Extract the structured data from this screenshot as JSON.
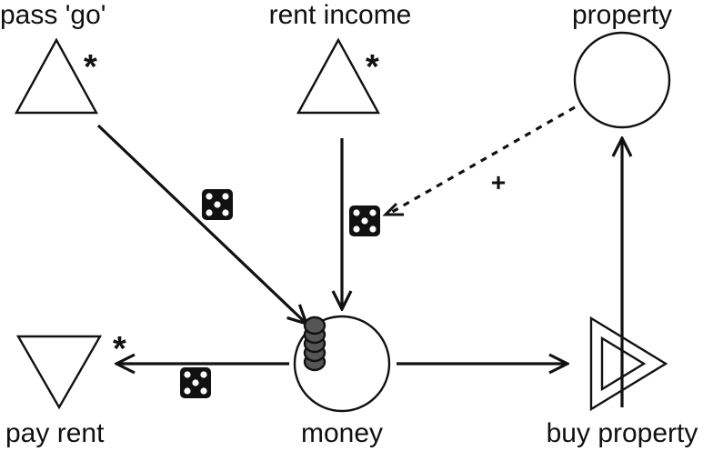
{
  "nodes": {
    "pass_go": {
      "label": "pass 'go'",
      "marker": "*"
    },
    "rent_income": {
      "label": "rent income",
      "marker": "*"
    },
    "property": {
      "label": "property"
    },
    "pay_rent": {
      "label": "pay rent",
      "marker": "*"
    },
    "money": {
      "label": "money"
    },
    "buy_property": {
      "label": "buy property"
    }
  },
  "edges": {
    "property_to_dice_modifier": {
      "label": "+",
      "style": "dashed"
    }
  },
  "icons": {
    "dice": "dice-five-icon",
    "resource_stack": "token-stack-icon"
  },
  "colors": {
    "stroke": "#111111",
    "background": "#ffffff",
    "token_fill": "#555555"
  }
}
